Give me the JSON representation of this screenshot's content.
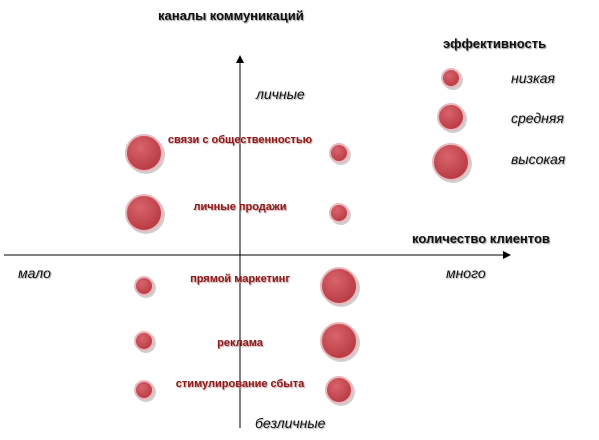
{
  "vertical_axis": {
    "title": "каналы коммуникаций",
    "top_label": "личные",
    "bottom_label": "безличные"
  },
  "horizontal_axis": {
    "title": "количество клиентов",
    "left_label": "мало",
    "right_label": "много"
  },
  "legend": {
    "title": "эффективность",
    "items": [
      {
        "label": "низкая",
        "level": 1
      },
      {
        "label": "средняя",
        "level": 2
      },
      {
        "label": "высокая",
        "level": 3
      }
    ]
  },
  "channels": [
    {
      "label": "связи с общественностью",
      "left_effectiveness": 3,
      "right_effectiveness": 1
    },
    {
      "label": "личные продажи",
      "left_effectiveness": 3,
      "right_effectiveness": 1
    },
    {
      "label": "прямой маркетинг",
      "left_effectiveness": 1,
      "right_effectiveness": 3
    },
    {
      "label": "реклама",
      "left_effectiveness": 1,
      "right_effectiveness": 3
    },
    {
      "label": "стимулирование сбыта",
      "left_effectiveness": 1,
      "right_effectiveness": 2
    }
  ],
  "colors": {
    "circle_fill": "#c8474f",
    "circle_stroke": "#e8b9bc",
    "label_text": "#8b1a1a",
    "axis": "#000000"
  }
}
